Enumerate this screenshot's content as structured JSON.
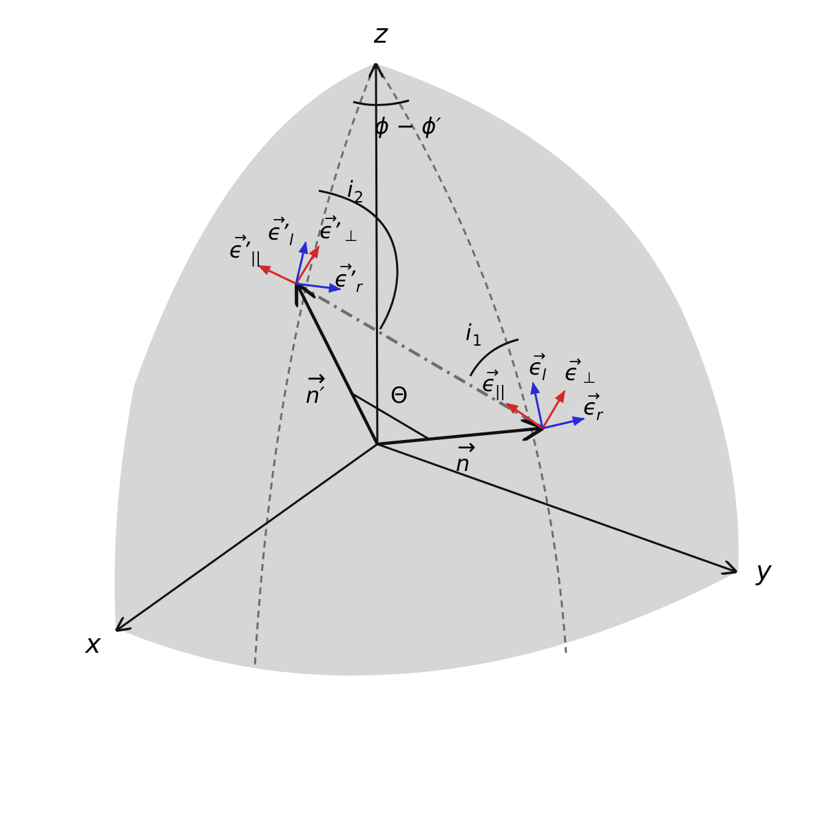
{
  "axes": {
    "x": "x",
    "y": "y",
    "z": "z"
  },
  "vectors": {
    "n": "n",
    "n_prime": "n′"
  },
  "angles": {
    "phi_diff": "ϕ − ϕ′",
    "theta": "Θ",
    "i1": "i",
    "i1_sub": "1",
    "i2": "i",
    "i2_sub": "2"
  },
  "polarization_primed": {
    "l": {
      "base": "ϵ’",
      "sub": "l"
    },
    "perp": {
      "base": "ϵ’",
      "sub": "⊥"
    },
    "par": {
      "base": "ϵ’",
      "sub": "||"
    },
    "r": {
      "base": "ϵ’",
      "sub": "r"
    }
  },
  "polarization": {
    "l": {
      "base": "ϵ",
      "sub": "l"
    },
    "perp": {
      "base": "ϵ",
      "sub": "⊥"
    },
    "par": {
      "base": "ϵ",
      "sub": "||"
    },
    "r": {
      "base": "ϵ",
      "sub": "r"
    }
  },
  "colors": {
    "sphere": "#d6d6d6",
    "meridian": "#6e6e6e",
    "axis": "#111111",
    "red_vector": "#d62728",
    "blue_vector": "#2a2ad6"
  }
}
